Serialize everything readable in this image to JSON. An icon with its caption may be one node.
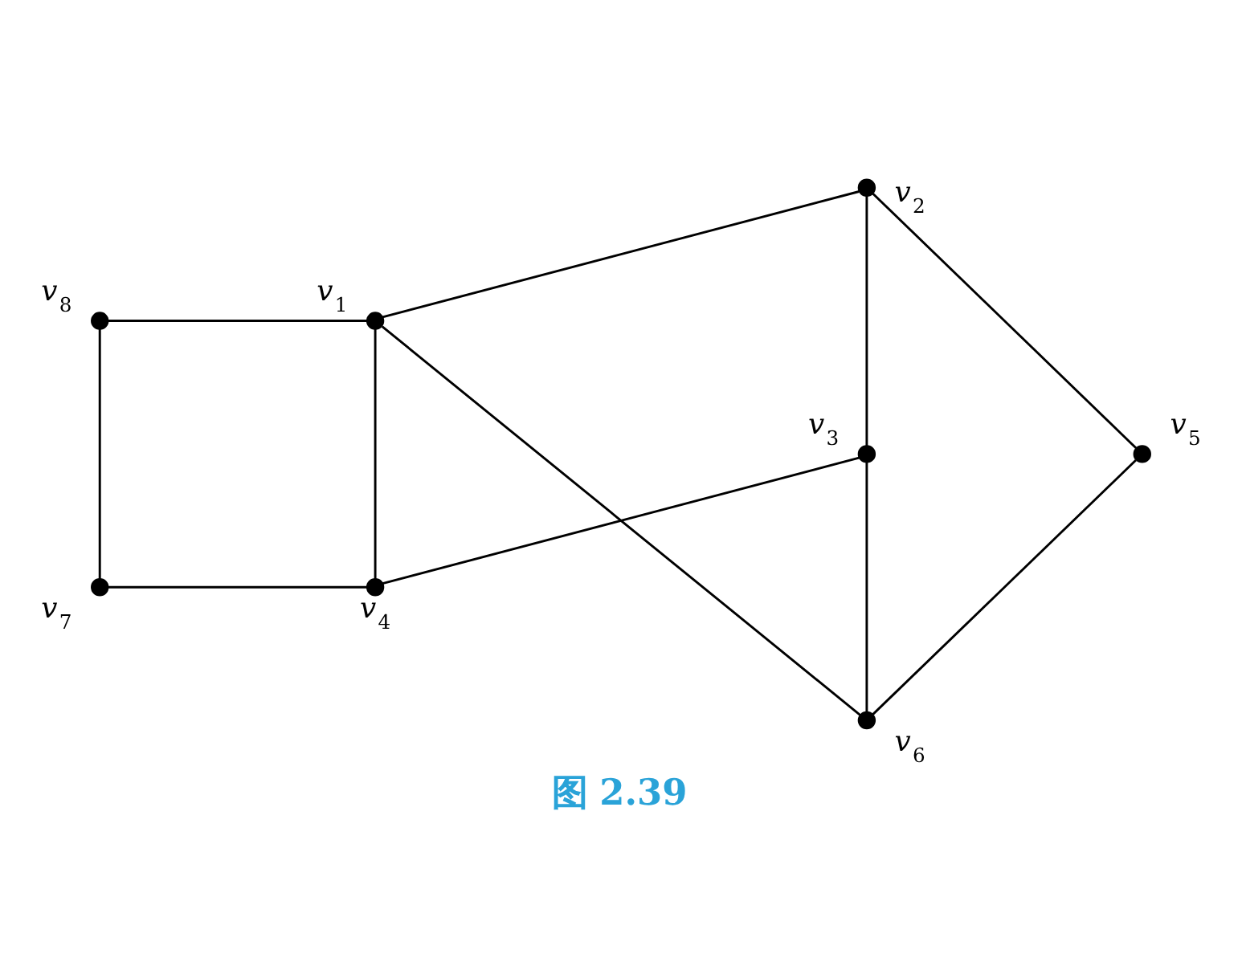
{
  "diagram": {
    "caption": "图 2.39",
    "nodes": [
      {
        "text": [],
        "shape": "circle",
        "beside": [
          "*v*$_{2}$"
        ]
      },
      {
        "text": [],
        "shape": "circle",
        "beside": [
          "*v*$_{8}$"
        ]
      },
      {
        "text": [],
        "shape": "circle",
        "beside": [
          "*v*$_{1}$"
        ]
      },
      {
        "text": [],
        "shape": "circle",
        "beside": [
          "*v*$_{3}$"
        ]
      },
      {
        "text": [],
        "shape": "circle",
        "beside": [
          "*v*$_{5}$"
        ]
      },
      {
        "text": [],
        "shape": "circle",
        "beside": [
          "*v*$_{7}$"
        ]
      },
      {
        "text": [],
        "shape": "circle",
        "beside": [
          "*v*$_{4}$"
        ]
      },
      {
        "text": [],
        "shape": "circle",
        "beside": [
          "*v*$_{6}$"
        ]
      }
    ],
    "edges": [
      {
        "from": 1,
        "to": 2,
        "arrow": "none"
      },
      {
        "from": 0,
        "to": 2,
        "arrow": "none"
      },
      {
        "from": 0,
        "to": 3,
        "arrow": "none"
      },
      {
        "from": 0,
        "to": 4,
        "arrow": "none"
      },
      {
        "from": 1,
        "to": 5,
        "arrow": "none"
      },
      {
        "from": 2,
        "to": 6,
        "arrow": "none"
      },
      {
        "from": 2,
        "to": 7,
        "arrow": "none"
      },
      {
        "from": 3,
        "to": 6,
        "arrow": "none"
      },
      {
        "from": 3,
        "to": 7,
        "arrow": "none"
      },
      {
        "from": 4,
        "to": 7,
        "arrow": "none"
      },
      {
        "from": 5,
        "to": 6,
        "arrow": "none"
      }
    ]
  }
}
